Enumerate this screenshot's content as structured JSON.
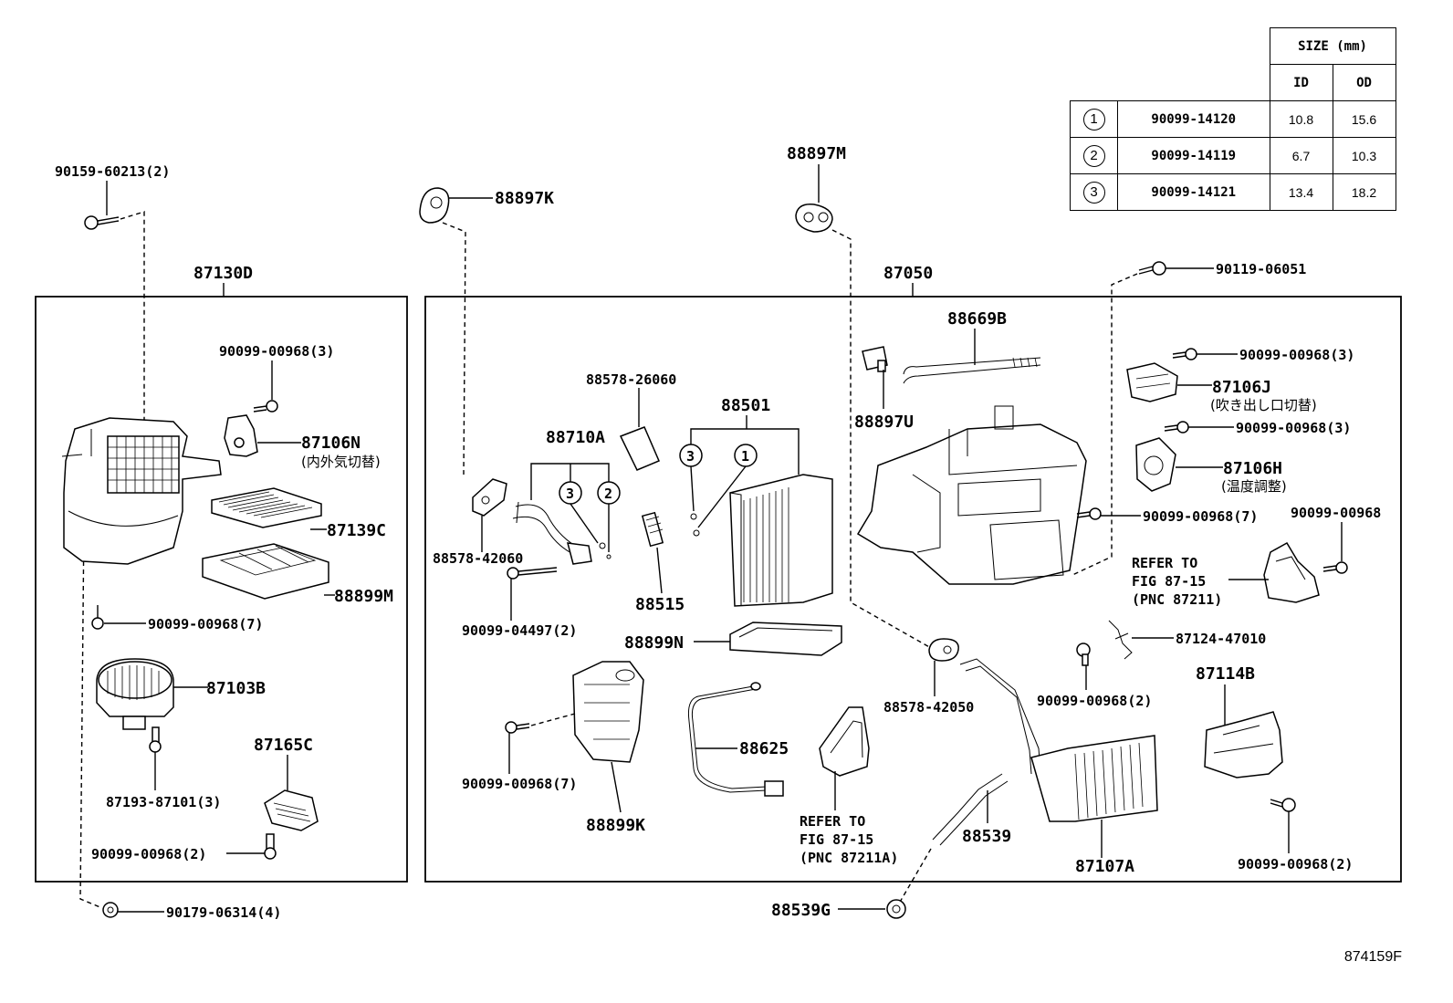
{
  "boxes": {
    "left_assembly": "87130D",
    "right_assembly": "87050"
  },
  "size_table": {
    "header": "SIZE (mm)",
    "col_id": "ID",
    "col_od": "OD",
    "rows": [
      {
        "mark": "1",
        "part": "90099-14120",
        "id": "10.8",
        "od": "15.6"
      },
      {
        "mark": "2",
        "part": "90099-14119",
        "id": "6.7",
        "od": "10.3"
      },
      {
        "mark": "3",
        "part": "90099-14121",
        "id": "13.4",
        "od": "18.2"
      }
    ]
  },
  "labels": {
    "p90159": "90159-60213(2)",
    "p88897K": "88897K",
    "p88897M": "88897M",
    "p90119": "90119-06051",
    "p90099_3a": "90099-00968(3)",
    "p87106N": "87106N",
    "p87106N_jp": "(内外気切替)",
    "p87139C": "87139C",
    "p88899M": "88899M",
    "p90099_7a": "90099-00968(7)",
    "p87103B": "87103B",
    "p87193": "87193-87101(3)",
    "p87165C": "87165C",
    "p90099_2a": "90099-00968(2)",
    "p90179": "90179-06314(4)",
    "p88578_26060": "88578-26060",
    "p88710A": "88710A",
    "p88501": "88501",
    "p88578_42060": "88578-42060",
    "p88515": "88515",
    "p90099_04497": "90099-04497(2)",
    "p88899N": "88899N",
    "p90099_7b": "90099-00968(7)",
    "p88899K": "88899K",
    "p88625": "88625",
    "p88669B": "88669B",
    "p88897U": "88897U",
    "p90099_3b": "90099-00968(3)",
    "p87106J": "87106J",
    "p87106J_jp": "(吹き出し口切替)",
    "p90099_3c": "90099-00968(3)",
    "p87106H": "87106H",
    "p87106H_jp": "(温度調整)",
    "p90099_7c": "90099-00968(7)",
    "p90099_plain": "90099-00968",
    "refer1_a": "REFER TO",
    "refer1_b": "FIG 87-15",
    "refer1_c": "(PNC 87211)",
    "p87124": "87124-47010",
    "p88578_42050": "88578-42050",
    "p90099_2b": "90099-00968(2)",
    "p87114B": "87114B",
    "refer2_a": "REFER TO",
    "refer2_b": "FIG 87-15",
    "refer2_c": "(PNC 87211A)",
    "p88539": "88539",
    "p87107A": "87107A",
    "p90099_2c": "90099-00968(2)",
    "p88539G": "88539G",
    "circ1": "1",
    "circ2": "2",
    "circ3": "3"
  },
  "figure_id": "874159F"
}
